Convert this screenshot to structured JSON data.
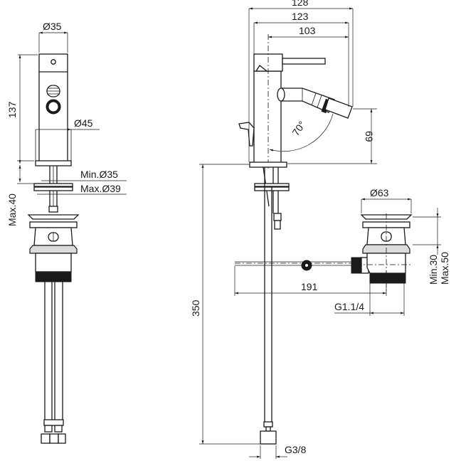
{
  "drawing": {
    "title": "Bidet mixer technical drawing",
    "front_view": {
      "body_diameter": "Ø35",
      "base_diameter": "Ø45",
      "height": "137",
      "deck_thickness": "Max.40",
      "hole_min": "Min.Ø35",
      "hole_max": "Max.Ø39"
    },
    "side_view": {
      "overall_reach": "128",
      "spout_reach": "123",
      "axis_reach": "103",
      "swivel_angle": "70°",
      "spout_height": "69",
      "hose_length": "350",
      "hose_connection": "G3/8",
      "pull_rod_length": "191"
    },
    "waste": {
      "diameter": "Ø63",
      "height_range_min": "Min.30",
      "height_range_max": "Max.50",
      "thread": "G1.1/4"
    }
  }
}
